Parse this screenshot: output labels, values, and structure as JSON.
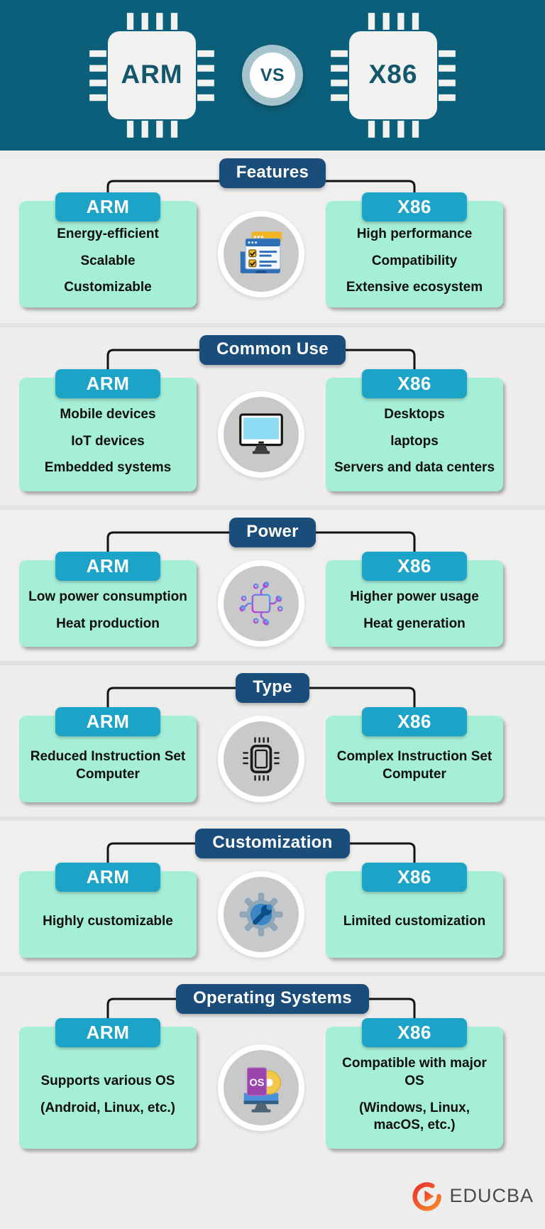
{
  "header": {
    "left_chip": "ARM",
    "right_chip": "X86",
    "vs_label": "VS"
  },
  "column_labels": {
    "arm": "ARM",
    "x86": "X86"
  },
  "sections": [
    {
      "title": "Features",
      "icon": "checklist-icon",
      "arm": [
        "Energy-efficient",
        "Scalable",
        "Customizable"
      ],
      "x86": [
        "High performance",
        "Compatibility",
        "Extensive ecosystem"
      ]
    },
    {
      "title": "Common Use",
      "icon": "monitor-icon",
      "arm": [
        "Mobile devices",
        "IoT devices",
        "Embedded systems"
      ],
      "x86": [
        "Desktops",
        "laptops",
        "Servers and data centers"
      ]
    },
    {
      "title": "Power",
      "icon": "circuit-icon",
      "arm": [
        "Low power consumption",
        "Heat production"
      ],
      "x86": [
        "Higher power usage",
        "Heat generation"
      ]
    },
    {
      "title": "Type",
      "icon": "chip-outline-icon",
      "arm": [
        "Reduced Instruction Set Computer"
      ],
      "x86": [
        "Complex Instruction Set Computer"
      ]
    },
    {
      "title": "Customization",
      "icon": "gear-wrench-icon",
      "arm": [
        "Highly customizable"
      ],
      "x86": [
        "Limited customization"
      ]
    },
    {
      "title": "Operating Systems",
      "icon": "os-disc-icon",
      "icon_label": "OS",
      "arm": [
        "Supports various OS",
        "(Android, Linux, etc.)"
      ],
      "x86": [
        "Compatible with major OS",
        "(Windows, Linux, macOS, etc.)"
      ]
    }
  ],
  "footer": {
    "brand": "EDUCBA"
  },
  "colors": {
    "header_bg": "#0c5f7a",
    "pill_navy": "#1b4d7b",
    "tab_cyan": "#1ba3c8",
    "card_mint": "#a5eed7",
    "section_bg": "#ededeb",
    "chip_body": "#f1f2ef",
    "chip_text": "#14566c",
    "educba_red": "#e8312f",
    "educba_orange": "#f5822a"
  }
}
